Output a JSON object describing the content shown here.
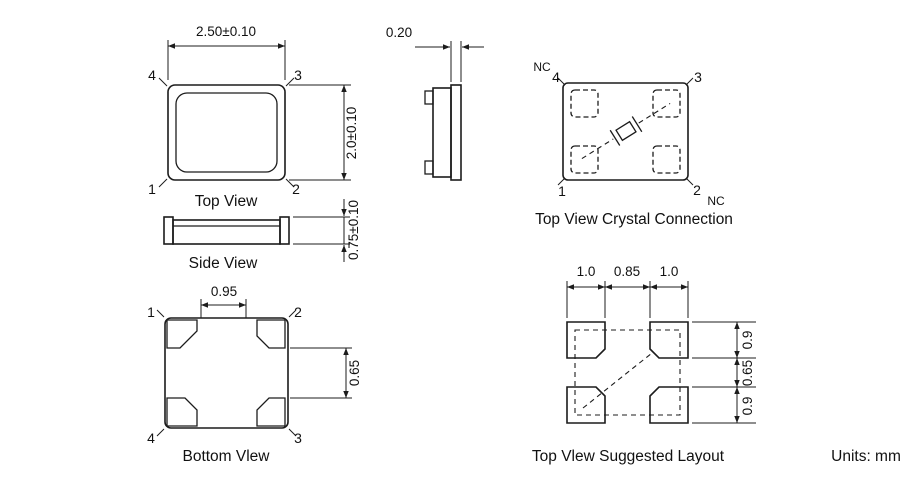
{
  "units_label": "Units: mm",
  "top_view": {
    "label": "Top View",
    "dim_width": "2.50±0.10",
    "dim_height": "2.0±0.10",
    "pin_1": "1",
    "pin_2": "2",
    "pin_3": "3",
    "pin_4": "4"
  },
  "side_profile": {
    "dim_thickness": "0.20"
  },
  "side_view": {
    "label": "Side View",
    "dim_height": "0.75±0.10"
  },
  "crystal_connection": {
    "label": "Top View Crystal Connection",
    "pin_1": "1",
    "pin_2": "2",
    "pin_3": "3",
    "pin_4": "4",
    "nc_top": "NC",
    "nc_bottom": "NC"
  },
  "bottom_view": {
    "label": "Bottom Vlew",
    "dim_pad_spacing": "0.95",
    "dim_pad_height": "0.65",
    "pin_1": "1",
    "pin_2": "2",
    "pin_3": "3",
    "pin_4": "4"
  },
  "suggested_layout": {
    "label": "Top Vlew Suggested Layout",
    "dims_top": [
      "1.0",
      "0.85",
      "1.0"
    ],
    "dims_right": [
      "0.9",
      "0.65",
      "0.9"
    ]
  }
}
